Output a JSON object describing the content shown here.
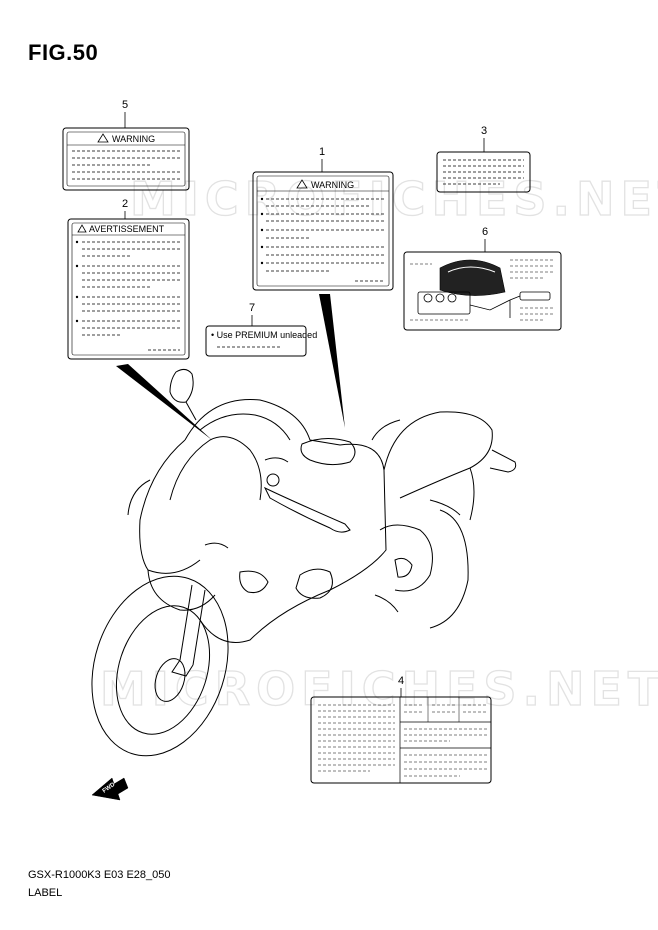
{
  "figure": {
    "title": "FIG.50"
  },
  "footer": {
    "code": "GSX-R1000K3 E03 E28_050",
    "name": "LABEL"
  },
  "watermark": {
    "text": "MICROFICHES.NET"
  },
  "callouts": [
    "1",
    "2",
    "3",
    "4",
    "5",
    "6",
    "7"
  ],
  "labels": {
    "warning_1": "WARNING",
    "avertissement_2": "AVERTISSEMENT",
    "warning_5": "WARNING",
    "premium_7": "• Use PREMIUM unleaded"
  },
  "arrow": {
    "fwd": "FWD"
  }
}
